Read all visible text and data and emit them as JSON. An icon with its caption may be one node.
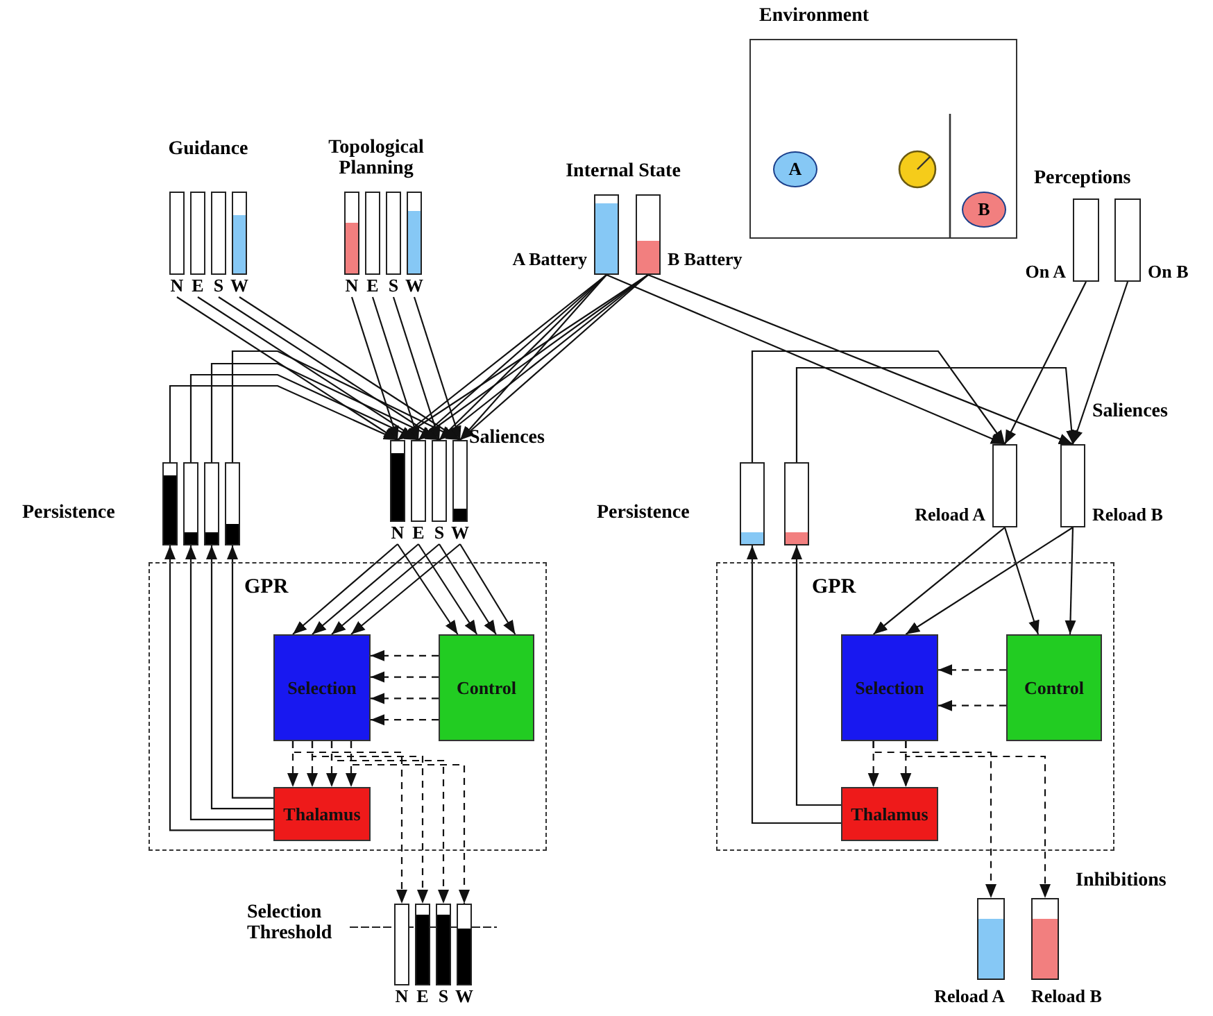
{
  "diagram": {
    "nodes": [
      {
        "text": [
          "N"
        ]
      },
      {
        "text": [
          "E"
        ]
      },
      {
        "text": [
          "S"
        ]
      },
      {
        "text": [
          "W"
        ]
      },
      {
        "text": [
          "N"
        ]
      },
      {
        "text": [
          "E"
        ]
      },
      {
        "text": [
          "S"
        ]
      },
      {
        "text": [
          "W"
        ]
      },
      {
        "text": [],
        "shape": "bar",
        "beside": [
          "A Battery"
        ]
      },
      {
        "text": [],
        "shape": "bar",
        "beside": [
          "B Battery"
        ]
      },
      {
        "text": [
          "Environment"
        ]
      },
      {
        "text": [
          "A"
        ],
        "in": 10
      },
      {
        "text": [],
        "shape": "circle",
        "in": 10
      },
      {
        "text": [
          "B"
        ],
        "in": 10
      },
      {
        "text": [],
        "shape": "bar",
        "beside": [
          "On A"
        ]
      },
      {
        "text": [],
        "shape": "bar",
        "beside": [
          "On B"
        ]
      },
      {
        "text": [],
        "shape": "bar"
      },
      {
        "text": [],
        "shape": "bar"
      },
      {
        "text": [],
        "shape": "bar"
      },
      {
        "text": [],
        "shape": "bar"
      },
      {
        "text": [
          "N"
        ]
      },
      {
        "text": [
          "E"
        ]
      },
      {
        "text": [
          "S"
        ]
      },
      {
        "text": [
          "W"
        ]
      },
      {
        "text": [
          "GPR"
        ]
      },
      {
        "text": [
          "Selection"
        ],
        "in": 24
      },
      {
        "text": [
          "Control"
        ],
        "in": 24
      },
      {
        "text": [
          "Thalamus"
        ],
        "in": 24
      },
      {
        "text": [
          "N"
        ]
      },
      {
        "text": [
          "E"
        ]
      },
      {
        "text": [
          "S"
        ]
      },
      {
        "text": [
          "W"
        ]
      },
      {
        "text": [],
        "shape": "bar"
      },
      {
        "text": [],
        "shape": "bar"
      },
      {
        "text": [],
        "shape": "bar",
        "beside": [
          "Reload A"
        ]
      },
      {
        "text": [],
        "shape": "bar",
        "beside": [
          "Reload B"
        ]
      },
      {
        "text": [
          "GPR"
        ]
      },
      {
        "text": [
          "Selection"
        ],
        "in": 36
      },
      {
        "text": [
          "Control"
        ],
        "in": 36
      },
      {
        "text": [
          "Thalamus"
        ],
        "in": 36
      },
      {
        "text": [],
        "shape": "bar",
        "beside": [
          "Reload A"
        ]
      },
      {
        "text": [],
        "shape": "bar",
        "beside": [
          "Reload B"
        ]
      }
    ],
    "edges": [
      {
        "from": 0,
        "to": 20,
        "arrow": "to"
      },
      {
        "from": 1,
        "to": 21,
        "arrow": "to"
      },
      {
        "from": 2,
        "to": 22,
        "arrow": "to"
      },
      {
        "from": 3,
        "to": 23,
        "arrow": "to"
      },
      {
        "from": 4,
        "to": 20,
        "arrow": "to"
      },
      {
        "from": 5,
        "to": 21,
        "arrow": "to"
      },
      {
        "from": 6,
        "to": 22,
        "arrow": "to"
      },
      {
        "from": 7,
        "to": 23,
        "arrow": "to"
      },
      {
        "from": 8,
        "to": 20,
        "arrow": "to"
      },
      {
        "from": 8,
        "to": 21,
        "arrow": "to"
      },
      {
        "from": 8,
        "to": 22,
        "arrow": "to"
      },
      {
        "from": 8,
        "to": 23,
        "arrow": "to"
      },
      {
        "from": 9,
        "to": 20,
        "arrow": "to"
      },
      {
        "from": 9,
        "to": 21,
        "arrow": "to"
      },
      {
        "from": 9,
        "to": 22,
        "arrow": "to"
      },
      {
        "from": 9,
        "to": 23,
        "arrow": "to"
      },
      {
        "from": 16,
        "to": 20,
        "arrow": "to"
      },
      {
        "from": 17,
        "to": 21,
        "arrow": "to"
      },
      {
        "from": 18,
        "to": 22,
        "arrow": "to"
      },
      {
        "from": 19,
        "to": 23,
        "arrow": "to"
      },
      {
        "from": 20,
        "to": 25,
        "arrow": "to"
      },
      {
        "from": 21,
        "to": 25,
        "arrow": "to"
      },
      {
        "from": 22,
        "to": 25,
        "arrow": "to"
      },
      {
        "from": 23,
        "to": 25,
        "arrow": "to"
      },
      {
        "from": 20,
        "to": 26,
        "arrow": "to"
      },
      {
        "from": 21,
        "to": 26,
        "arrow": "to"
      },
      {
        "from": 22,
        "to": 26,
        "arrow": "to"
      },
      {
        "from": 23,
        "to": 26,
        "arrow": "to"
      },
      {
        "from": 26,
        "to": 25,
        "arrow": "to",
        "style": "dashed"
      },
      {
        "from": 26,
        "to": 25,
        "arrow": "to",
        "style": "dashed"
      },
      {
        "from": 26,
        "to": 25,
        "arrow": "to",
        "style": "dashed"
      },
      {
        "from": 26,
        "to": 25,
        "arrow": "to",
        "style": "dashed"
      },
      {
        "from": 25,
        "to": 27,
        "arrow": "to",
        "style": "dashed"
      },
      {
        "from": 25,
        "to": 27,
        "arrow": "to",
        "style": "dashed"
      },
      {
        "from": 25,
        "to": 27,
        "arrow": "to",
        "style": "dashed"
      },
      {
        "from": 25,
        "to": 27,
        "arrow": "to",
        "style": "dashed"
      },
      {
        "from": 27,
        "to": 16,
        "arrow": "to"
      },
      {
        "from": 27,
        "to": 17,
        "arrow": "to"
      },
      {
        "from": 27,
        "to": 18,
        "arrow": "to"
      },
      {
        "from": 27,
        "to": 19,
        "arrow": "to"
      },
      {
        "from": 25,
        "to": 28,
        "arrow": "to",
        "style": "dashed"
      },
      {
        "from": 25,
        "to": 29,
        "arrow": "to",
        "style": "dashed"
      },
      {
        "from": 25,
        "to": 30,
        "arrow": "to",
        "style": "dashed"
      },
      {
        "from": 25,
        "to": 31,
        "arrow": "to",
        "style": "dashed"
      },
      {
        "from": 8,
        "to": 34,
        "arrow": "to"
      },
      {
        "from": 9,
        "to": 35,
        "arrow": "to"
      },
      {
        "from": 14,
        "to": 34,
        "arrow": "to"
      },
      {
        "from": 15,
        "to": 35,
        "arrow": "to"
      },
      {
        "from": 32,
        "to": 34,
        "arrow": "to"
      },
      {
        "from": 33,
        "to": 35,
        "arrow": "to"
      },
      {
        "from": 34,
        "to": 37,
        "arrow": "to"
      },
      {
        "from": 35,
        "to": 37,
        "arrow": "to"
      },
      {
        "from": 34,
        "to": 38,
        "arrow": "to"
      },
      {
        "from": 35,
        "to": 38,
        "arrow": "to"
      },
      {
        "from": 38,
        "to": 37,
        "arrow": "to",
        "style": "dashed"
      },
      {
        "from": 38,
        "to": 37,
        "arrow": "to",
        "style": "dashed"
      },
      {
        "from": 37,
        "to": 39,
        "arrow": "to",
        "style": "dashed"
      },
      {
        "from": 37,
        "to": 39,
        "arrow": "to",
        "style": "dashed"
      },
      {
        "from": 39,
        "to": 32,
        "arrow": "to"
      },
      {
        "from": 39,
        "to": 33,
        "arrow": "to"
      },
      {
        "from": 37,
        "to": 40,
        "arrow": "to",
        "style": "dashed"
      },
      {
        "from": 37,
        "to": 41,
        "arrow": "to",
        "style": "dashed"
      }
    ],
    "labels": [
      "Guidance",
      "Topological Planning",
      "Internal State",
      "Perceptions",
      "Saliences",
      "Persistence",
      "Saliences",
      "Persistence",
      "Selection Threshold",
      "Inhibitions"
    ]
  }
}
